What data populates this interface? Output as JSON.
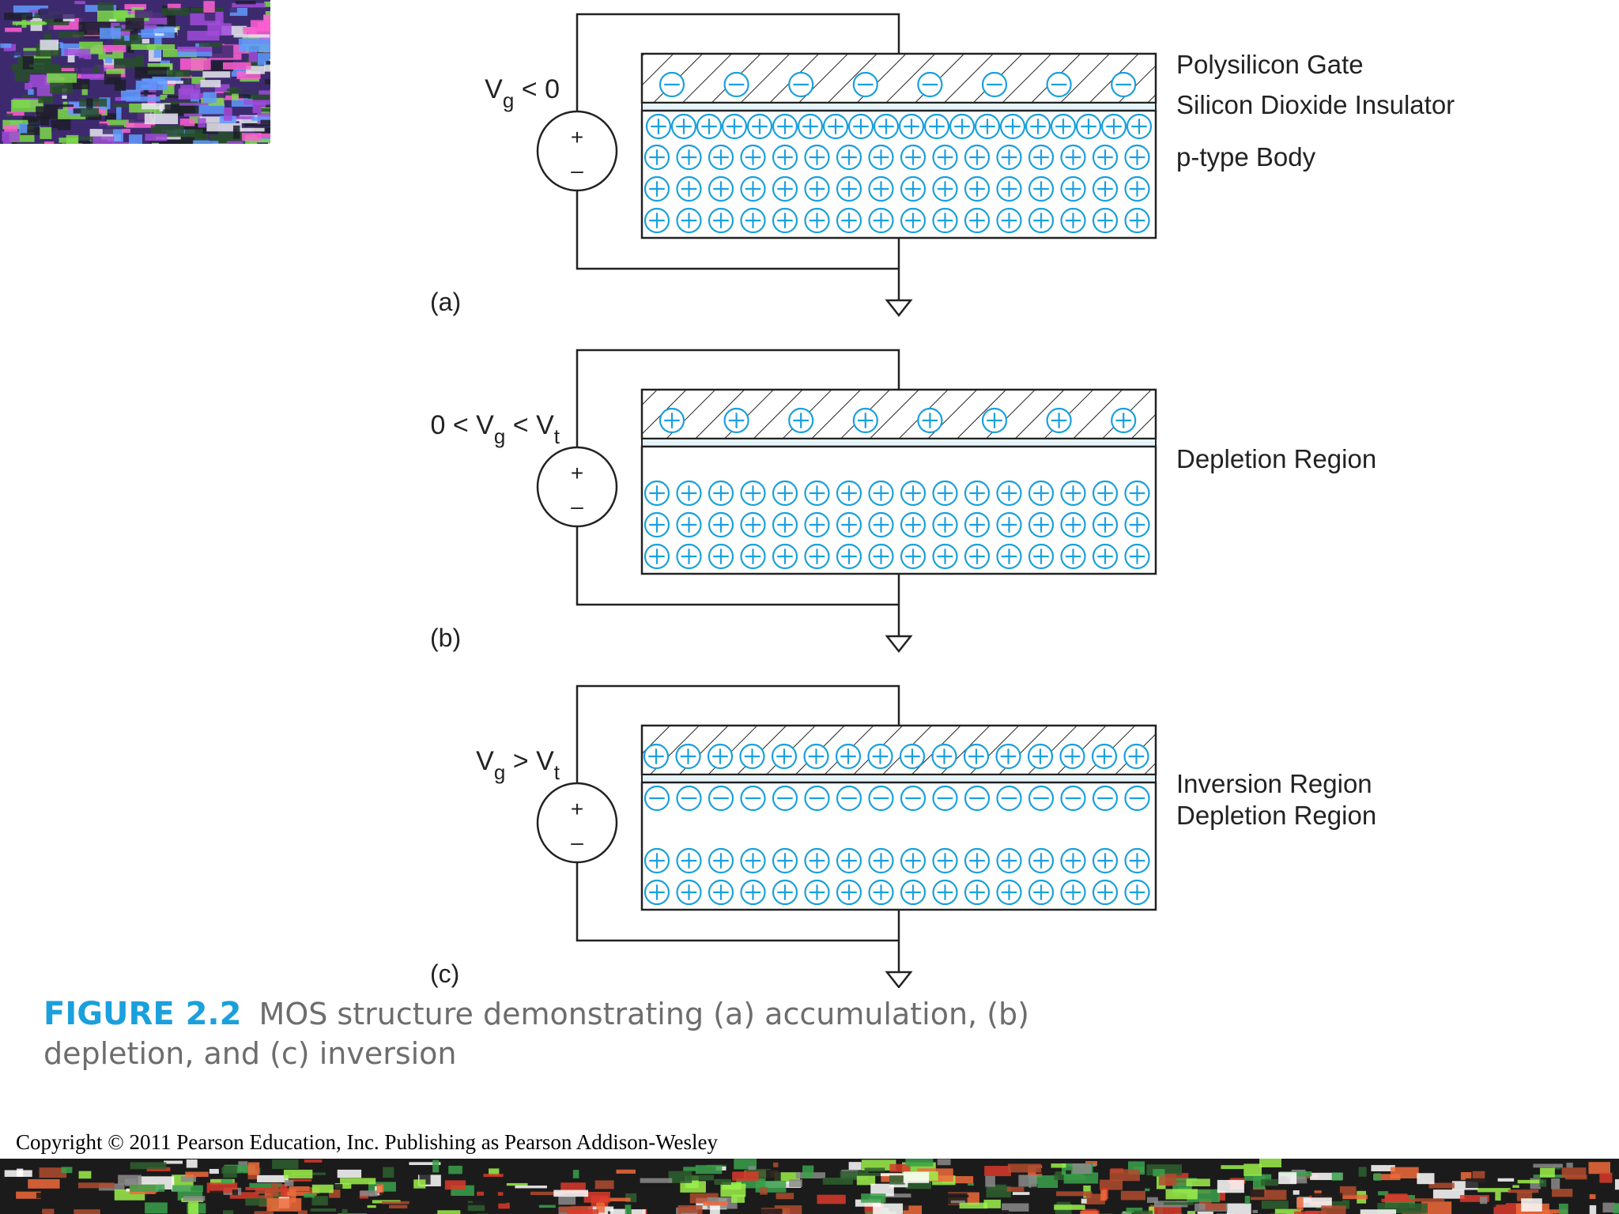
{
  "panels": [
    {
      "id": "a",
      "label": "(a)",
      "condition": {
        "pre": "",
        "base1": "V",
        "sub1": "g",
        "rel": " < 0",
        "base2": "",
        "sub2": ""
      },
      "gate_charge": "minus",
      "gate_charge_count": 8,
      "body_rows": [
        "plus-dense",
        "plus",
        "plus",
        "plus"
      ],
      "region_labels": [
        "Polysilicon Gate",
        "Silicon Dioxide Insulator",
        "p-type Body"
      ]
    },
    {
      "id": "b",
      "label": "(b)",
      "condition": {
        "pre": "0 < ",
        "base1": "V",
        "sub1": "g",
        "rel": " < ",
        "base2": "V",
        "sub2": "t"
      },
      "gate_charge": "plus",
      "gate_charge_count": 8,
      "body_rows": [
        "empty",
        "plus",
        "plus",
        "plus"
      ],
      "region_labels": [
        "Depletion Region"
      ]
    },
    {
      "id": "c",
      "label": "(c)",
      "condition": {
        "pre": "",
        "base1": "V",
        "sub1": "g",
        "rel": " > ",
        "base2": "V",
        "sub2": "t"
      },
      "gate_charge": "plus",
      "gate_charge_count": 16,
      "body_rows": [
        "minus",
        "empty",
        "plus",
        "plus"
      ],
      "region_labels": [
        "Inversion Region",
        "Depletion Region"
      ]
    }
  ],
  "source_symbol": {
    "plus": "+",
    "minus": "–"
  },
  "caption": {
    "label": "FIGURE 2.2",
    "text": "MOS structure demonstrating (a) accumulation, (b) depletion, and (c) inversion"
  },
  "copyright": "Copyright © 2011 Pearson Education, Inc. Publishing as Pearson Addison-Wesley",
  "colors": {
    "charge": "#1aa0dc",
    "oxide": "#e6f4fb",
    "line": "#222222",
    "caption_label": "#1aa0dc",
    "caption_text": "#6d6d6d"
  }
}
